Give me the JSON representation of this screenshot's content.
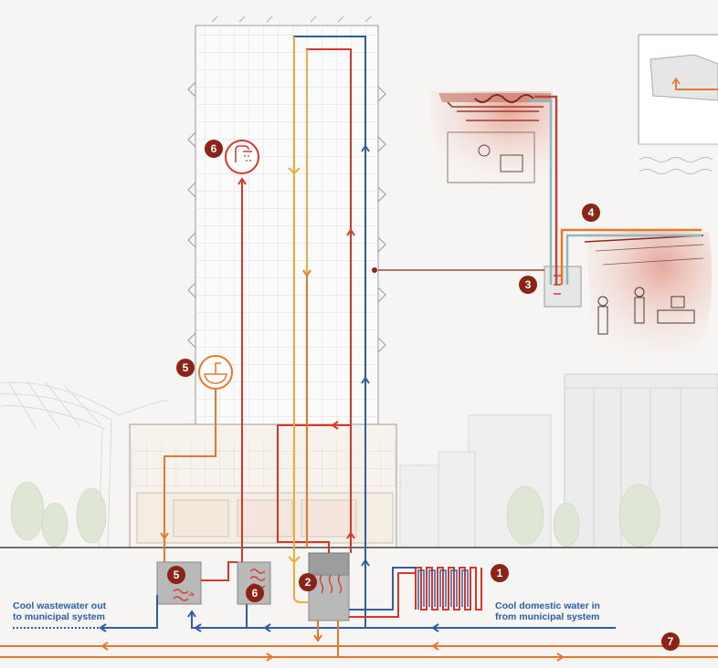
{
  "labels": {
    "out_line1": "Cool wastewater out",
    "out_line2": "to municipal system",
    "in_line1": "Cool domestic water in",
    "in_line2": "from municipal system"
  },
  "badges": {
    "b1": "1",
    "b2": "2",
    "b3": "3",
    "b4": "4",
    "b5_top": "5",
    "b5_box": "5",
    "b6_top": "6",
    "b6_box": "6",
    "b7": "7"
  },
  "colors": {
    "blue": "#2e5fa6",
    "red": "#d8362b",
    "orange": "#e8772e",
    "yellow": "#efab3a",
    "badge": "#8a2416",
    "teal": "#8fb8bf"
  }
}
